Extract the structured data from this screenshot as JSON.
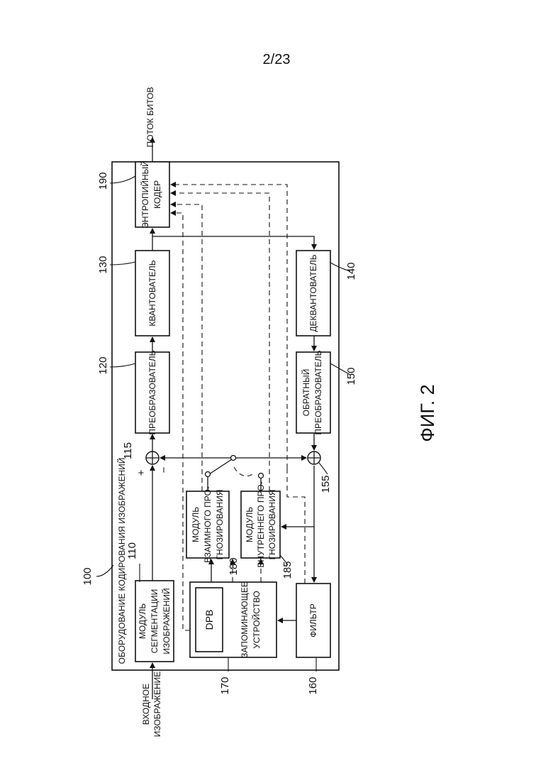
{
  "header": {
    "page_number": "2/23"
  },
  "figure_caption": "ФИГ. 2",
  "diagram": {
    "equipment_label": "ОБОРУДОВАНИЕ КОДИРОВАНИЯ ИЗОБРАЖЕНИЙ",
    "equipment_ref": "100",
    "input": {
      "line1": "ВХОДНОЕ",
      "line2": "ИЗОБРАЖЕНИЕ"
    },
    "output": "ПОТОК БИТОВ",
    "blocks": {
      "segmentation": {
        "ref": "110",
        "line1": "МОДУЛЬ",
        "line2": "СЕГМЕНТАЦИИ",
        "line3": "ИЗОБРАЖЕНИЙ"
      },
      "transformer": {
        "ref": "120",
        "line1": "ПРЕОБРАЗОВАТЕЛЬ"
      },
      "quantizer": {
        "ref": "130",
        "line1": "КВАНТОВАТЕЛЬ"
      },
      "dequantizer": {
        "ref": "140",
        "line1": "ДЕКВАНТОВАТЕЛЬ"
      },
      "inverse_transformer": {
        "ref": "150",
        "line1": "ОБРАТНЫЙ",
        "line2": "ПРЕОБРАЗОВАТЕЛЬ"
      },
      "filter": {
        "ref": "160",
        "line1": "ФИЛЬТР"
      },
      "memory": {
        "ref": "170",
        "line1": "ЗАПОМИНАЮЩЕЕ",
        "line2": "УСТРОЙСТВО",
        "dpb": "DPB"
      },
      "inter_prediction": {
        "ref": "180",
        "line1": "МОДУЛЬ",
        "line2": "ВЗАИМНОГО ПРО-",
        "line3": "ГНОЗИРОВАНИЯ"
      },
      "intra_prediction": {
        "ref": "185",
        "line1": "МОДУЛЬ",
        "line2": "ВНУТРЕННЕГО ПРО-",
        "line3": "ГНОЗИРОВАНИЯ"
      },
      "entropy_coder": {
        "ref": "190",
        "line1": "ЭНТРОПИЙНЫЙ",
        "line2": "КОДЕР"
      }
    },
    "adders": {
      "subtractor": {
        "ref": "115",
        "plus": "+",
        "minus": "−"
      },
      "adder": {
        "ref": "155"
      }
    }
  }
}
